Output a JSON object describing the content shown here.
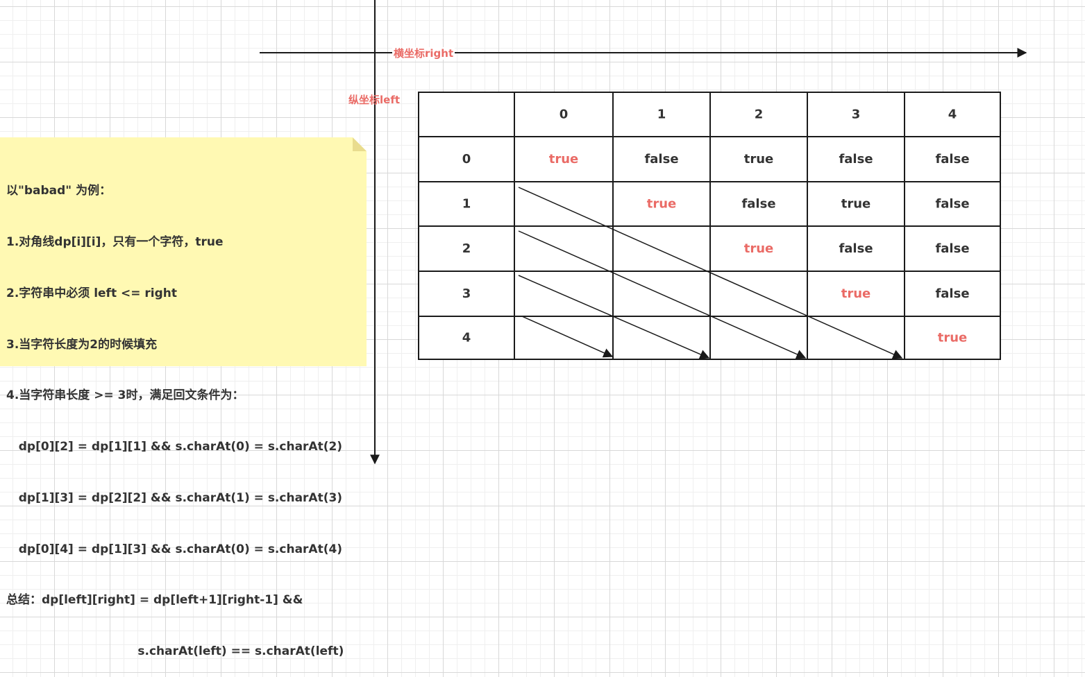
{
  "axes": {
    "x_label": "横坐标right",
    "y_label": "纵坐标left"
  },
  "note": {
    "lines": [
      "以\"babad\" 为例：",
      "1.对角线dp[i][i]，只有一个字符，true",
      "2.字符串中必须 left <= right",
      "3.当字符长度为2的时候填充",
      "4.当字符串长度 >= 3时，满足回文条件为：",
      "   dp[0][2] = dp[1][1] && s.charAt(0) = s.charAt(2)",
      "   dp[1][3] = dp[2][2] && s.charAt(1) = s.charAt(3)",
      "   dp[0][4] = dp[1][3] && s.charAt(0) = s.charAt(4)",
      "总结：dp[left][right] = dp[left+1][right-1] &&",
      "                                s.charAt(left) == s.charAt(left)"
    ]
  },
  "table": {
    "col_headers": [
      "0",
      "1",
      "2",
      "3",
      "4"
    ],
    "row_headers": [
      "0",
      "1",
      "2",
      "3",
      "4"
    ],
    "cells": [
      [
        "true",
        "false",
        "true",
        "false",
        "false"
      ],
      [
        "",
        "true",
        "false",
        "true",
        "false"
      ],
      [
        "",
        "",
        "true",
        "false",
        "false"
      ],
      [
        "",
        "",
        "",
        "true",
        "false"
      ],
      [
        "",
        "",
        "",
        "",
        "true"
      ]
    ]
  },
  "colors": {
    "highlight": "#ea6b66",
    "text": "#333333",
    "line": "#1a1a1a",
    "note_bg": "#fff9b3"
  }
}
